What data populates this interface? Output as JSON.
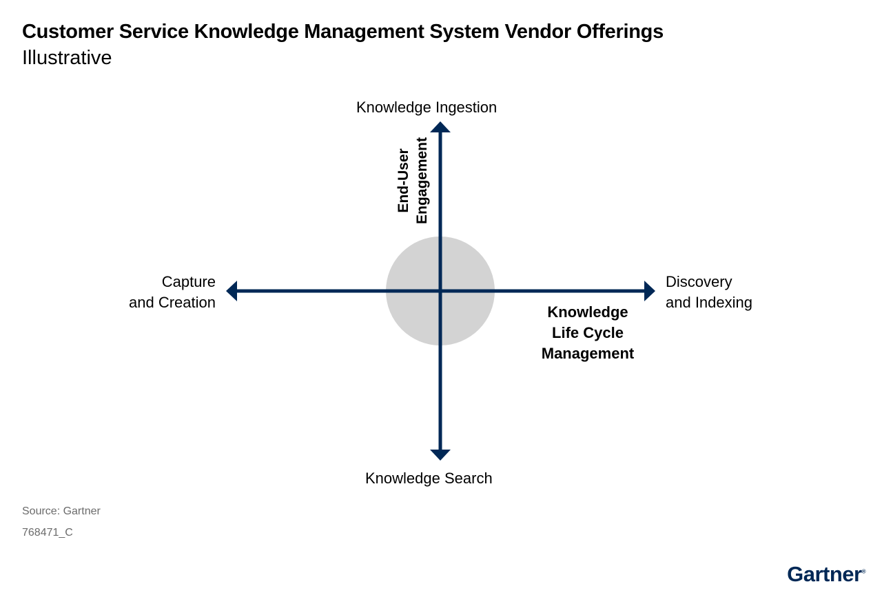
{
  "title": "Customer Service Knowledge Management System Vendor Offerings",
  "subtitle": "Illustrative",
  "diagram": {
    "top_label": "Knowledge Ingestion",
    "bottom_label": "Knowledge Search",
    "left_label": [
      "Capture",
      "and Creation"
    ],
    "right_label": [
      "Discovery",
      "and Indexing"
    ],
    "vertical_axis_label": [
      "End-User",
      "Engagement"
    ],
    "horizontal_axis_label": [
      "Knowledge",
      "Life Cycle",
      "Management"
    ],
    "colors": {
      "axis": "#002856",
      "circle": "#d3d3d3"
    }
  },
  "footer": {
    "source": "Source: Gartner",
    "id": "768471_C",
    "logo": "Gartner"
  }
}
